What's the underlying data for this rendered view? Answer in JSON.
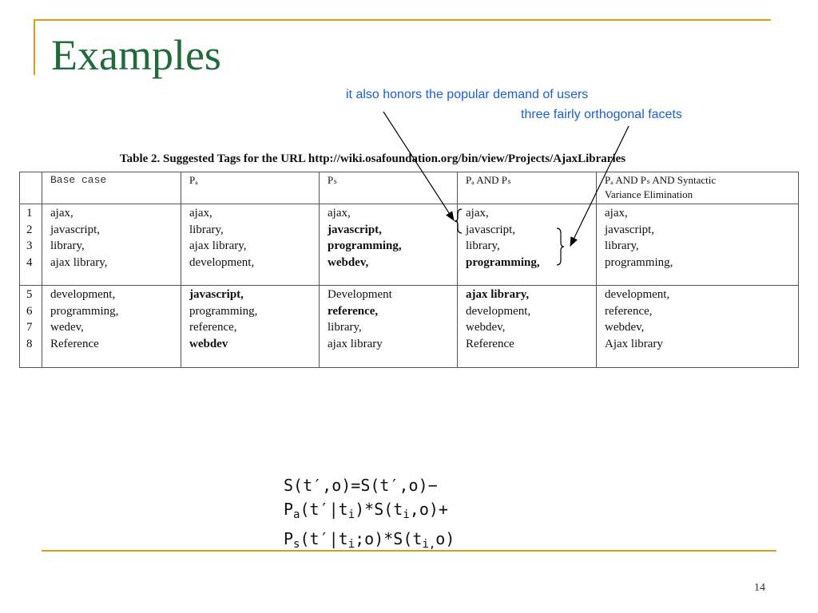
{
  "slide": {
    "title": "Examples",
    "page_number": "14"
  },
  "annotations": {
    "popular_demand": "it also honors the popular demand of users",
    "orthogonal_facets": "three fairly orthogonal facets"
  },
  "table": {
    "caption": "Table 2. Suggested Tags for the URL http://wiki.osafoundation.org/bin/view/Projects/AjaxLibraries",
    "headers": {
      "base_case": "Base case",
      "pa": "Pₐ",
      "ps": "Pₛ",
      "pa_and_ps": "Pₐ AND Pₛ",
      "pa_ps_sve_line1": "Pₐ AND Pₛ AND  Syntactic",
      "pa_ps_sve_line2": "Variance Elimination"
    },
    "group1": {
      "numbers": [
        "1",
        "2",
        "3",
        "4"
      ],
      "base_case": [
        "ajax,",
        "javascript,",
        "library,",
        "ajax library,"
      ],
      "pa": [
        "ajax,",
        "library,",
        "ajax library,",
        "development,"
      ],
      "ps": [
        "ajax,",
        "javascript,",
        "programming,",
        "webdev,"
      ],
      "pa_and_ps": [
        "ajax,",
        "javascript,",
        "library,",
        "programming,"
      ],
      "pa_ps_sve": [
        "ajax,",
        "javascript,",
        "library,",
        "programming,"
      ]
    },
    "group2": {
      "numbers": [
        "5",
        "6",
        "7",
        "8"
      ],
      "base_case": [
        "development,",
        "programming,",
        "wedev,",
        "Reference"
      ],
      "pa": [
        "javascript,",
        "programming,",
        "reference,",
        "webdev"
      ],
      "ps": [
        "Development",
        "reference,",
        "library,",
        "ajax library"
      ],
      "pa_and_ps": [
        "ajax library,",
        "development,",
        "webdev,",
        "Reference"
      ],
      "pa_ps_sve": [
        "development,",
        "reference,",
        "webdev,",
        "Ajax library"
      ]
    }
  },
  "formula": {
    "line1": "S(t′,o)=S(t′,o)−",
    "line2_pre": "P",
    "line2_sub": "a",
    "line2_mid": "(t′|t",
    "line2_sub2": "i",
    "line2_mid2": ")*S(t",
    "line2_sub3": "i",
    "line2_post": ",o)+",
    "line3_pre": "P",
    "line3_sub": "s",
    "line3_mid": "(t′|t",
    "line3_sub2": "i",
    "line3_mid2": ";o)*S(t",
    "line3_sub3": "i,",
    "line3_post": "o)"
  },
  "colors": {
    "frame": "#d4a017",
    "title": "#1f6b3a",
    "annotation": "#1a5fd6"
  }
}
